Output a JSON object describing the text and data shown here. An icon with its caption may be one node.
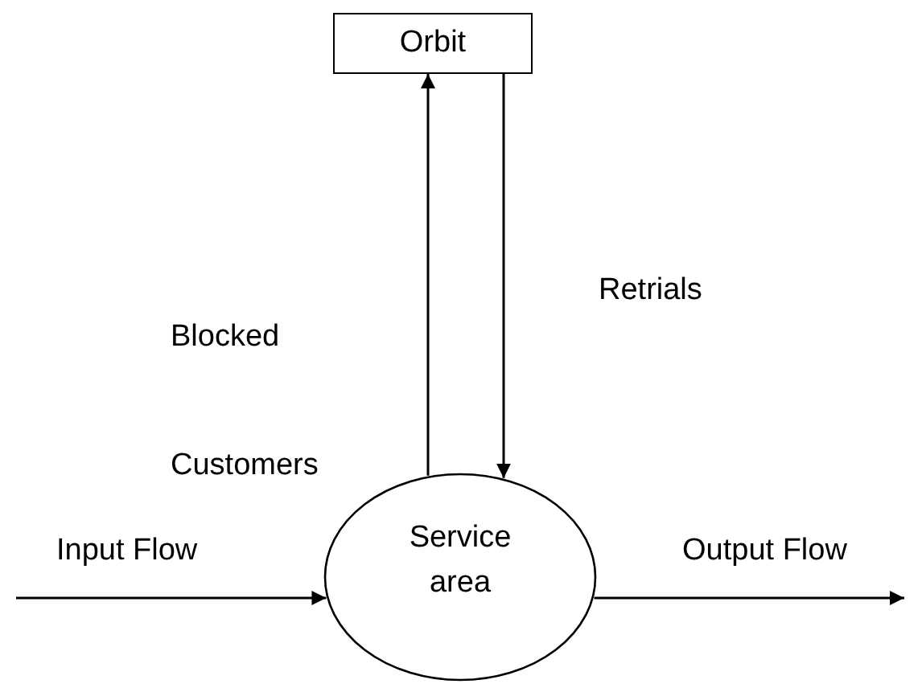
{
  "diagram": {
    "nodes": [
      {
        "text": [
          "Orbit"
        ]
      },
      {
        "text": [
          "Service area"
        ]
      }
    ],
    "edges": [
      {
        "from": 1,
        "to": 0,
        "arrow": "to",
        "label": "Blocked Customers"
      },
      {
        "from": 0,
        "to": 1,
        "arrow": "to",
        "label": "Retrials"
      },
      {
        "from": null,
        "to": 1,
        "arrow": "to",
        "label": "Input Flow"
      },
      {
        "from": 1,
        "to": null,
        "arrow": "to",
        "label": "Output Flow"
      }
    ]
  }
}
